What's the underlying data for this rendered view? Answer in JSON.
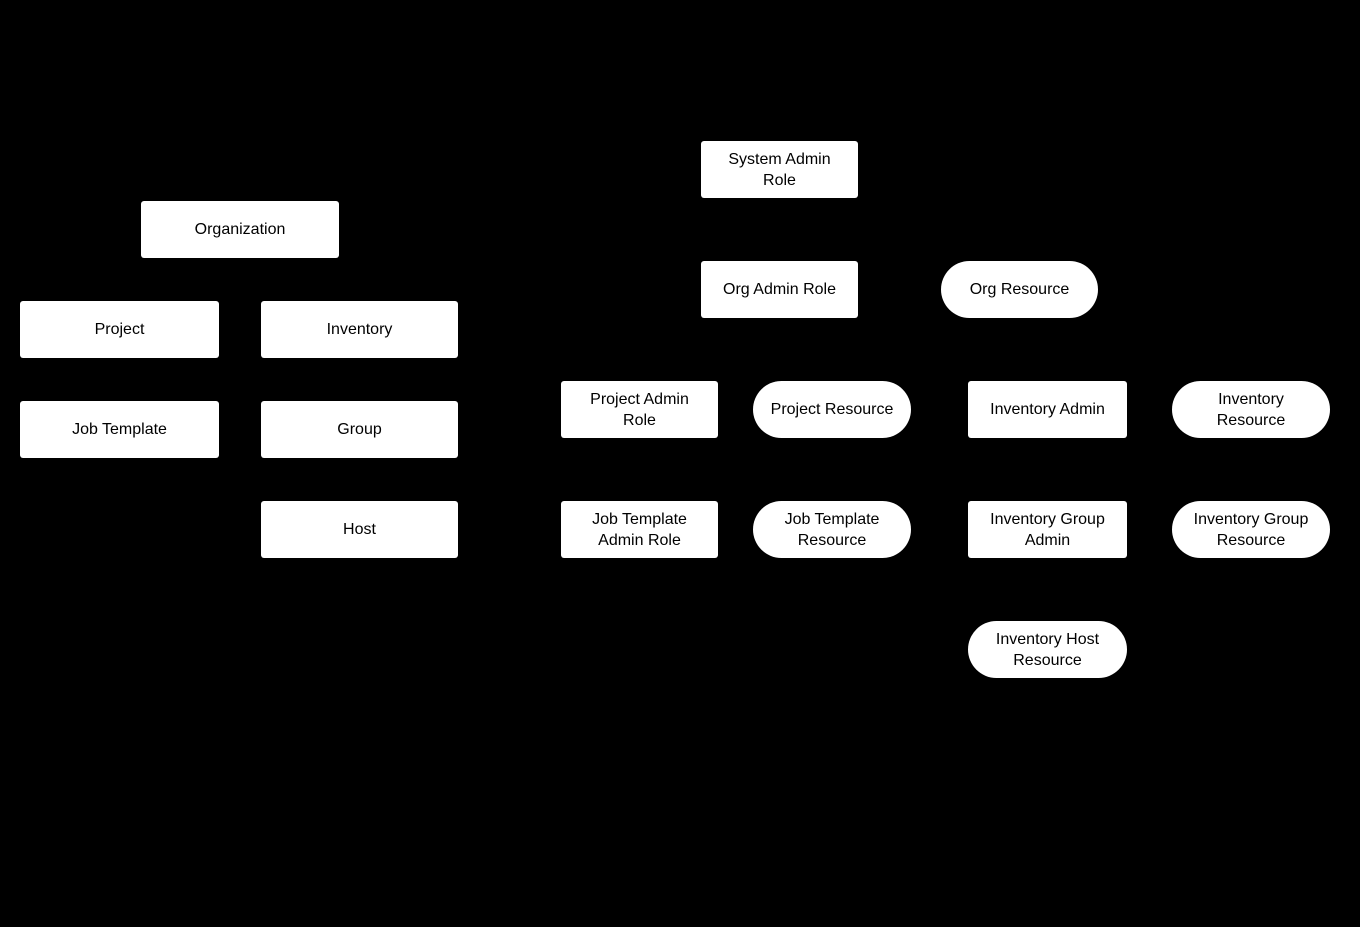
{
  "diagram": {
    "background_color": "#000000",
    "node_fill_color": "#ffffff",
    "node_text_color": "#000000",
    "nodes": {
      "organization": {
        "label": "Organization",
        "shape": "rect"
      },
      "project": {
        "label": "Project",
        "shape": "rect"
      },
      "inventory": {
        "label": "Inventory",
        "shape": "rect"
      },
      "job_template": {
        "label": "Job Template",
        "shape": "rect"
      },
      "group": {
        "label": "Group",
        "shape": "rect"
      },
      "host": {
        "label": "Host",
        "shape": "rect"
      },
      "system_admin_role": {
        "label": "System Admin Role",
        "shape": "rect"
      },
      "org_admin_role": {
        "label": "Org Admin Role",
        "shape": "rect"
      },
      "org_resource": {
        "label": "Org Resource",
        "shape": "pill"
      },
      "project_admin_role": {
        "label": "Project Admin Role",
        "shape": "rect"
      },
      "project_resource": {
        "label": "Project Resource",
        "shape": "pill"
      },
      "inventory_admin": {
        "label": "Inventory Admin",
        "shape": "rect"
      },
      "inventory_resource": {
        "label": "Inventory Resource",
        "shape": "pill"
      },
      "job_template_admin_role": {
        "label": "Job Template Admin Role",
        "shape": "rect"
      },
      "job_template_resource": {
        "label": "Job Template Resource",
        "shape": "pill"
      },
      "inventory_group_admin": {
        "label": "Inventory Group Admin",
        "shape": "rect"
      },
      "inventory_group_resource": {
        "label": "Inventory Group Resource",
        "shape": "pill"
      },
      "inventory_host_resource": {
        "label": "Inventory Host Resource",
        "shape": "pill"
      }
    }
  }
}
